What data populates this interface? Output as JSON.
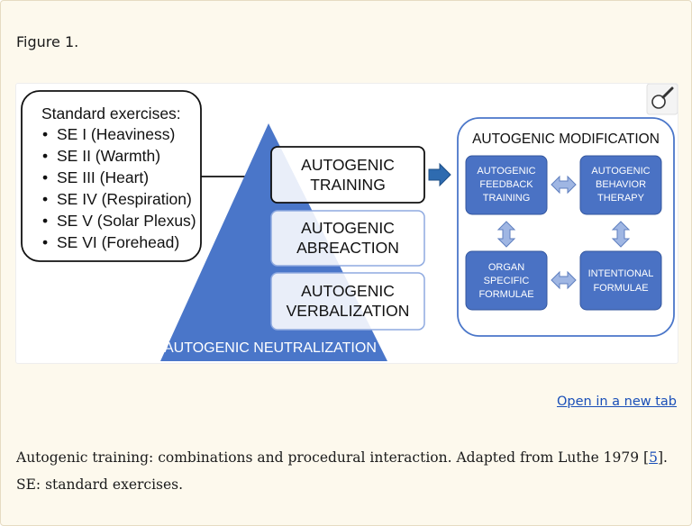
{
  "figure": {
    "label": "Figure 1.",
    "zoom_icon": "magnifier-icon",
    "standard_box": {
      "title": "Standard exercises:",
      "items": [
        "SE I (Heaviness)",
        "SE II (Warmth)",
        "SE III (Heart)",
        "SE IV (Respiration)",
        "SE V (Solar Plexus)",
        "SE VI (Forehead)"
      ]
    },
    "pyramid": {
      "base_label": "AUTOGENIC NEUTRALIZATION",
      "boxes": [
        {
          "line1": "AUTOGENIC",
          "line2": "TRAINING"
        },
        {
          "line1": "AUTOGENIC",
          "line2": "ABREACTION"
        },
        {
          "line1": "AUTOGENIC",
          "line2": "VERBALIZATION"
        }
      ]
    },
    "modification": {
      "title": "AUTOGENIC MODIFICATION",
      "boxes": [
        {
          "lines": [
            "AUTOGENIC",
            "FEEDBACK",
            "TRAINING"
          ]
        },
        {
          "lines": [
            "AUTOGENIC",
            "BEHAVIOR",
            "THERAPY"
          ]
        },
        {
          "lines": [
            "ORGAN",
            "SPECIFIC",
            "FORMULAE"
          ]
        },
        {
          "lines": [
            "INTENTIONAL",
            "FORMULAE"
          ]
        }
      ]
    },
    "colors": {
      "pyramid_blue": "#4a76c9",
      "box_blue": "#4a72c4",
      "arrow_light": "#9fb6e3",
      "arrow_dark": "#2e6bb0"
    }
  },
  "links": {
    "open_new_tab": "Open in a new tab"
  },
  "caption": {
    "text_before": "Autogenic training: combinations and procedural interaction. Adapted from Luthe 1979 [",
    "ref": "5",
    "text_after": "]. SE: standard exercises."
  }
}
